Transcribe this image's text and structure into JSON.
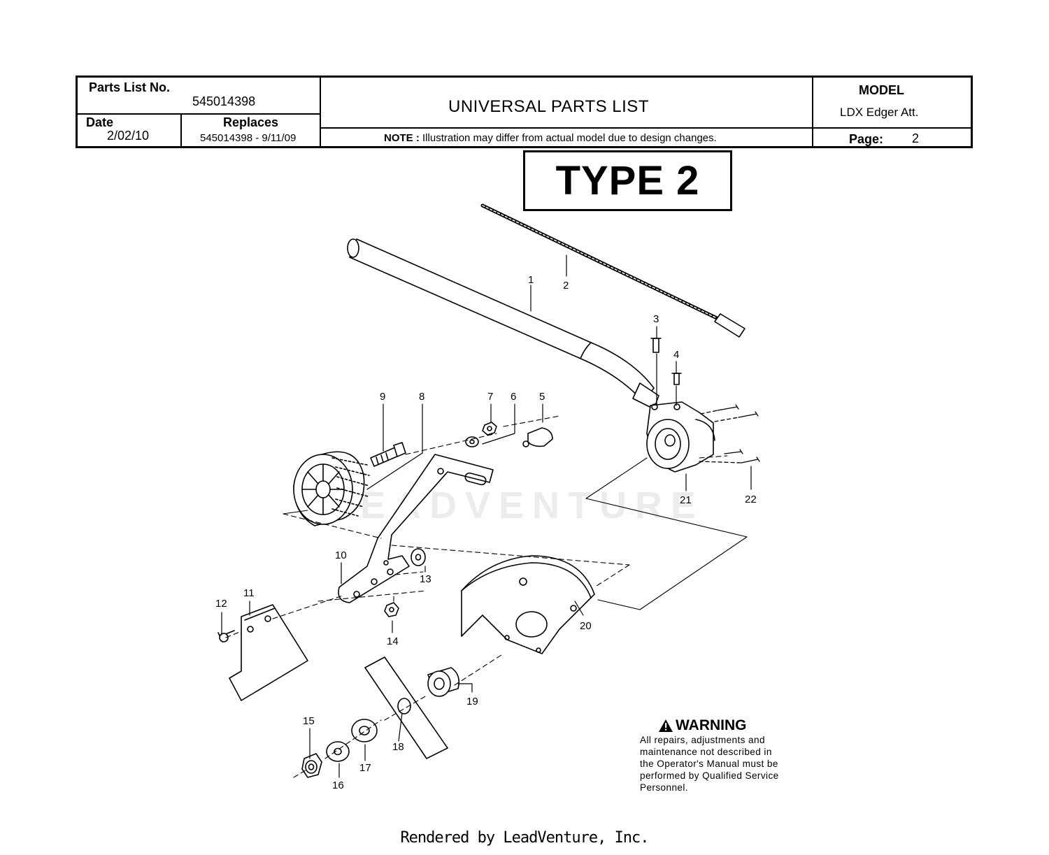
{
  "header": {
    "parts_list_label": "Parts List No.",
    "parts_list_no": "545014398",
    "date_label": "Date",
    "date": "2/02/10",
    "replaces_label": "Replaces",
    "replaces": "545014398 - 9/11/09",
    "title": "UNIVERSAL PARTS LIST",
    "note_label": "NOTE :",
    "note": "Illustration may differ from actual model due to design changes.",
    "model_label": "MODEL",
    "model": "LDX Edger Att.",
    "page_label": "Page:",
    "page": "2"
  },
  "type_label": "TYPE 2",
  "callouts": [
    "1",
    "2",
    "3",
    "4",
    "5",
    "6",
    "7",
    "8",
    "9",
    "10",
    "11",
    "12",
    "13",
    "14",
    "15",
    "16",
    "17",
    "18",
    "19",
    "20",
    "21",
    "22"
  ],
  "warning": {
    "title": "WARNING",
    "icon": "warning-triangle-icon",
    "lines": [
      "All repairs, adjustments and",
      "maintenance not described in",
      "the Operator's Manual must be",
      "performed by Qualified Service",
      "Personnel."
    ]
  },
  "watermark": "LEADVENTURE",
  "footer": "Rendered by LeadVenture, Inc."
}
